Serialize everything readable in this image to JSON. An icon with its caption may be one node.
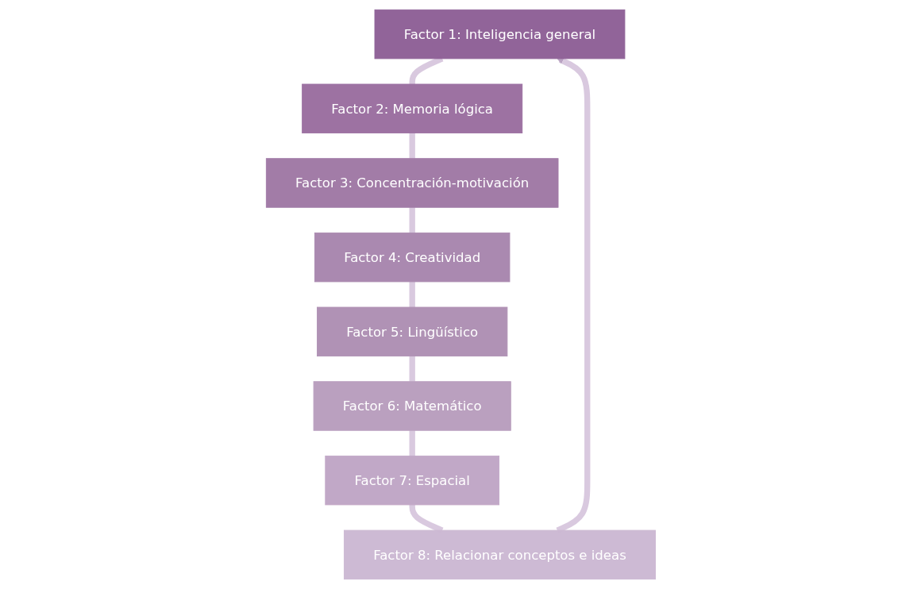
{
  "diagram": {
    "nodes": [
      {
        "text": [
          "Factor 1: Inteligencia general"
        ]
      },
      {
        "text": [
          "Factor 2: Memoria lógica"
        ]
      },
      {
        "text": [
          "Factor 3: Concentración-motivación"
        ]
      },
      {
        "text": [
          "Factor 4: Creatividad"
        ]
      },
      {
        "text": [
          "Factor 5: Lingüístico"
        ]
      },
      {
        "text": [
          "Factor 6: Matemático"
        ]
      },
      {
        "text": [
          "Factor 7: Espacial"
        ]
      },
      {
        "text": [
          "Factor 8: Relacionar conceptos e ideas"
        ]
      }
    ],
    "edges": [
      {
        "from": 0,
        "to": 1,
        "arrow": "none"
      },
      {
        "from": 1,
        "to": 2,
        "arrow": "none"
      },
      {
        "from": 2,
        "to": 3,
        "arrow": "none"
      },
      {
        "from": 3,
        "to": 4,
        "arrow": "none"
      },
      {
        "from": 4,
        "to": 5,
        "arrow": "none"
      },
      {
        "from": 5,
        "to": 6,
        "arrow": "none"
      },
      {
        "from": 6,
        "to": 7,
        "arrow": "none"
      },
      {
        "from": 7,
        "to": 0,
        "arrow": "to"
      }
    ]
  }
}
